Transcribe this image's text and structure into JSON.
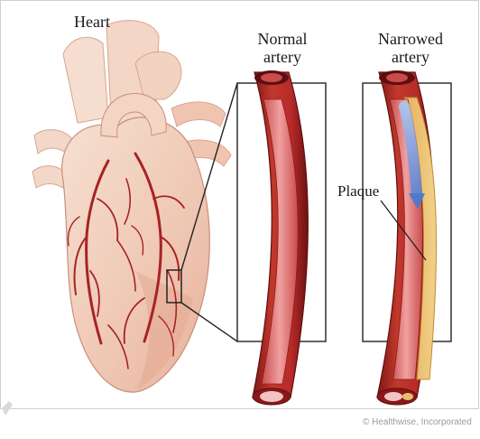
{
  "labels": {
    "heart": "Heart",
    "normal_artery": [
      "Normal",
      "artery"
    ],
    "narrowed_artery": [
      "Narrowed",
      "artery"
    ],
    "plaque": "Plaque"
  },
  "credit": "© Healthwise, Incorporated",
  "colors": {
    "artery_wall": "#b02a2a",
    "artery_lumen": "#d96060",
    "plaque": "#e7be6c",
    "blood_flow": "#8fb1e8",
    "heart_tissue": "#f2cdb9",
    "coronary_vessel": "#a82323"
  },
  "icons": [
    "blood-flow-arrow-icon"
  ]
}
